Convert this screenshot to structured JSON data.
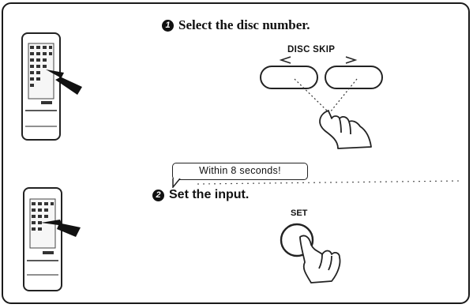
{
  "steps": [
    {
      "number": "1",
      "title": "Select the disc number."
    },
    {
      "number": "2",
      "title": "Set the input."
    }
  ],
  "callout": "Within 8 seconds!",
  "buttons": {
    "disc_skip_label": "DISC SKIP",
    "set_label": "SET"
  },
  "icons": {
    "remote": "remote-control-icon",
    "pointer": "arrow-pointer-icon",
    "hand": "pressing-hand-icon"
  }
}
